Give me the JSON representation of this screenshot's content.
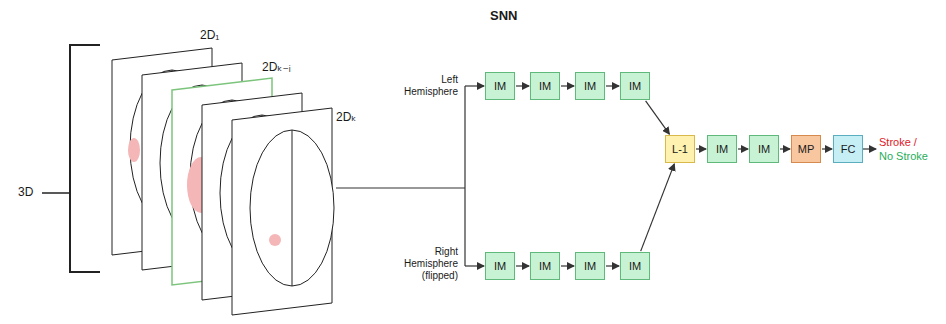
{
  "diagram": {
    "nodes": [
      {
        "text": [
          "IM"
        ]
      },
      {
        "text": [
          "IM"
        ]
      },
      {
        "text": [
          "IM"
        ]
      },
      {
        "text": [
          "IM"
        ]
      },
      {
        "text": [
          "IM"
        ]
      },
      {
        "text": [
          "IM"
        ]
      },
      {
        "text": [
          "IM"
        ]
      },
      {
        "text": [
          "IM"
        ]
      },
      {
        "text": [
          "L-1"
        ]
      },
      {
        "text": [
          "IM"
        ]
      },
      {
        "text": [
          "IM"
        ]
      },
      {
        "text": [
          "MP"
        ]
      },
      {
        "text": [
          "FC"
        ]
      }
    ],
    "edges": [
      {
        "from": 0,
        "to": 1,
        "arrow": "to"
      },
      {
        "from": 1,
        "to": 2,
        "arrow": "to"
      },
      {
        "from": 2,
        "to": 3,
        "arrow": "to"
      },
      {
        "from": 4,
        "to": 5,
        "arrow": "to"
      },
      {
        "from": 5,
        "to": 6,
        "arrow": "to"
      },
      {
        "from": 6,
        "to": 7,
        "arrow": "to"
      },
      {
        "from": 3,
        "to": 8,
        "arrow": "to"
      },
      {
        "from": 7,
        "to": 8,
        "arrow": "to"
      },
      {
        "from": 8,
        "to": 9,
        "arrow": "to"
      },
      {
        "from": 9,
        "to": 10,
        "arrow": "to"
      },
      {
        "from": 10,
        "to": 11,
        "arrow": "to"
      },
      {
        "from": 11,
        "to": 12,
        "arrow": "to"
      }
    ],
    "labels": [
      "3D",
      "2D₁",
      "2Dₖ₋ᵢ",
      "2Dₖ",
      "SNN",
      "Left Hemisphere",
      "Right Hemisphere (flipped)",
      "Stroke /",
      "No Stroke"
    ]
  }
}
